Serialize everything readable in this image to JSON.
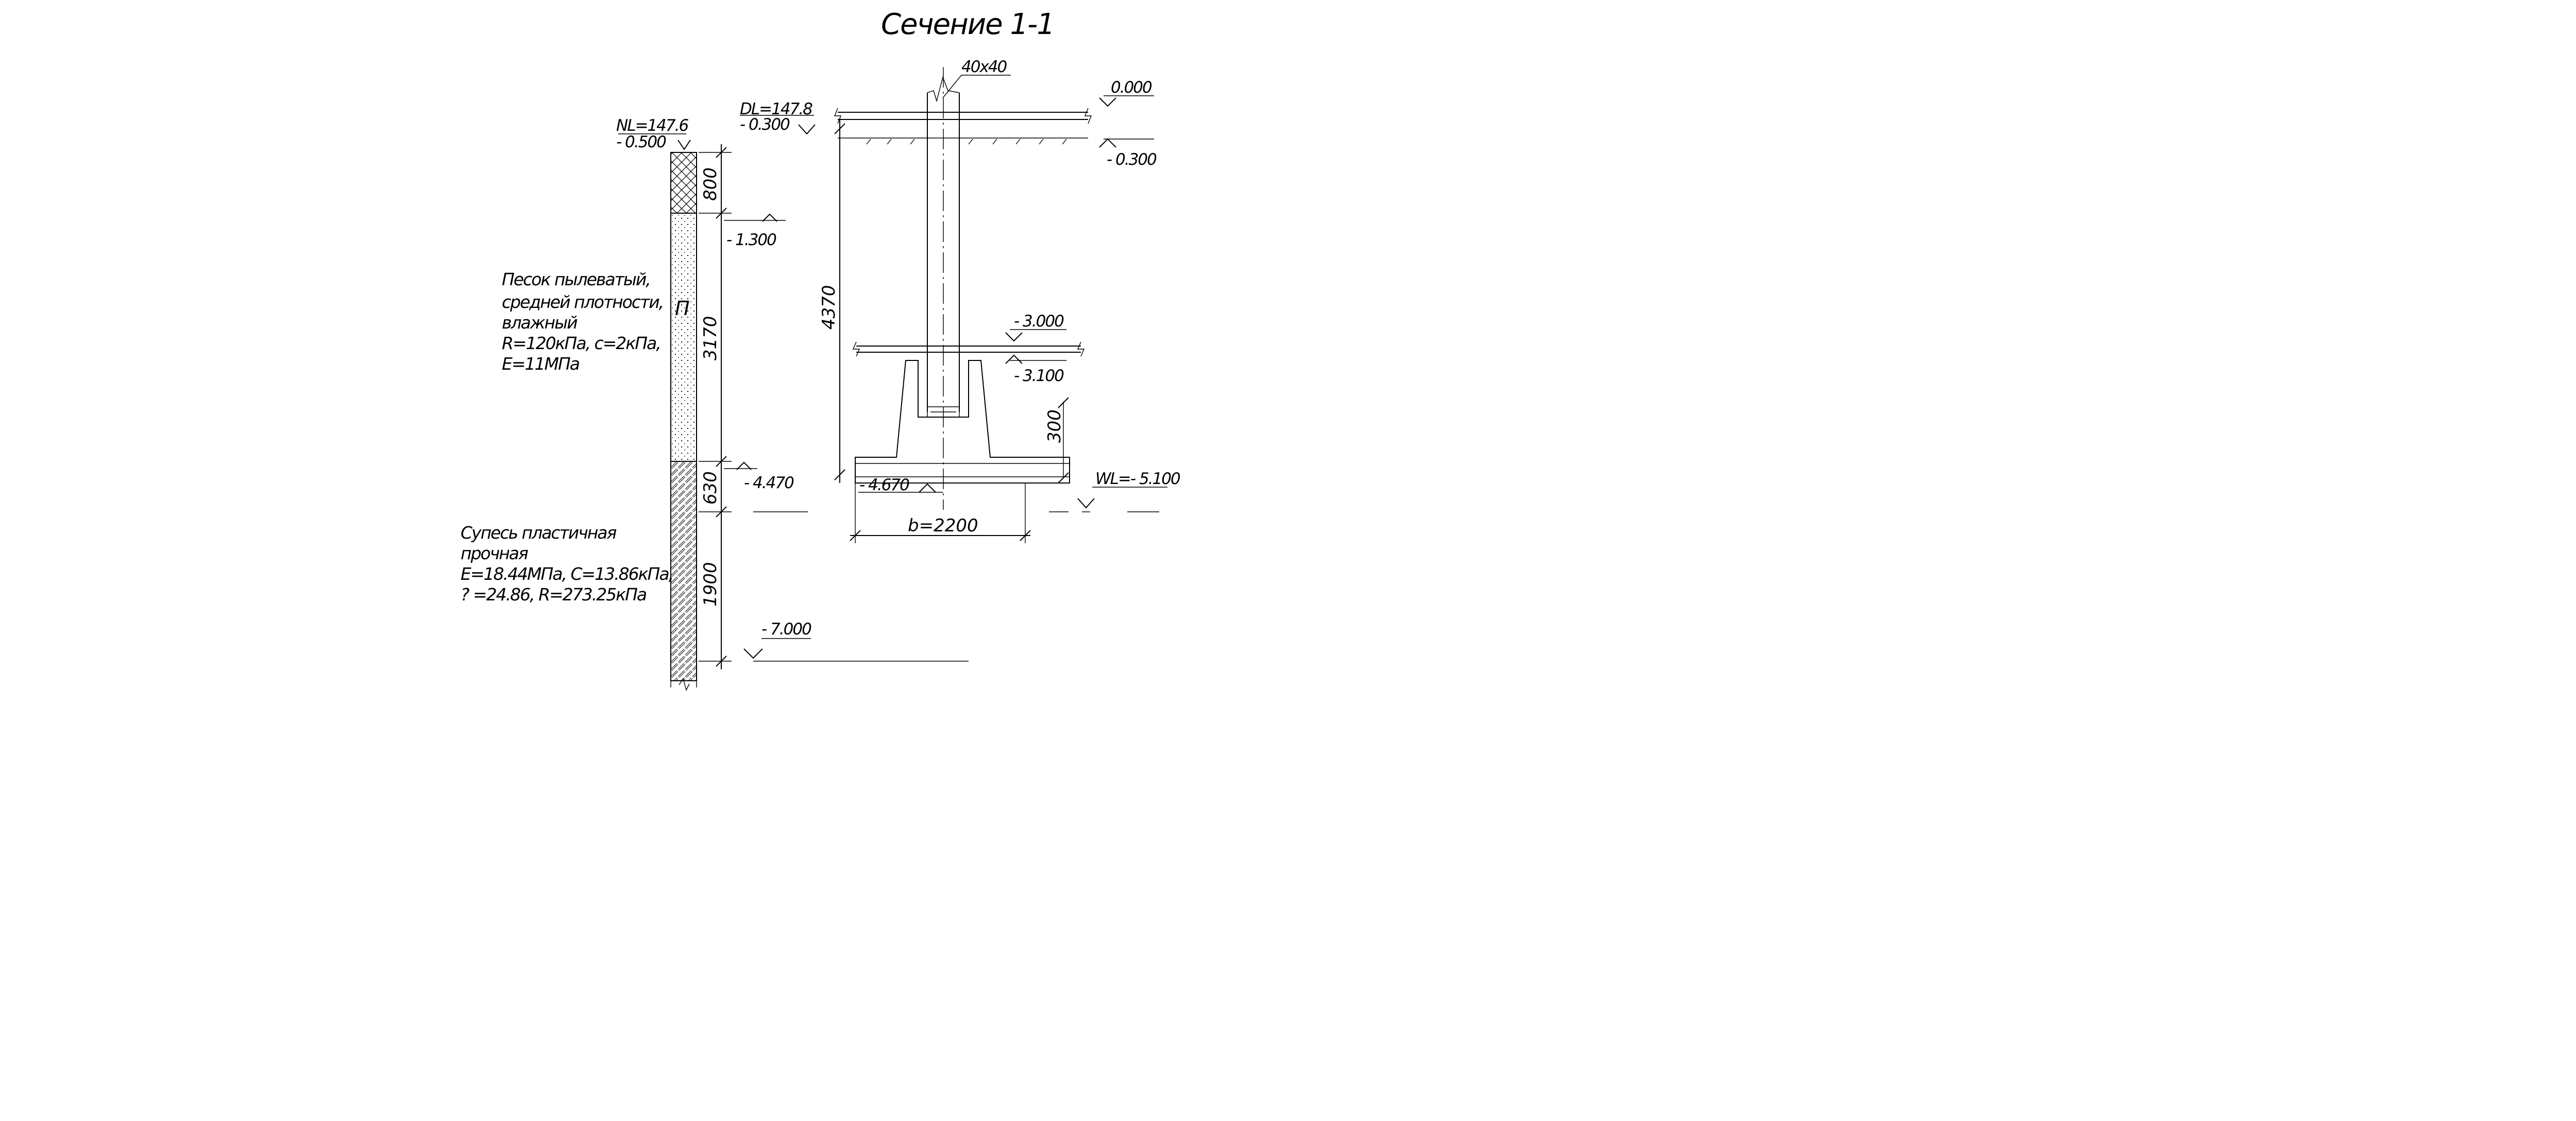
{
  "title": "Сечение 1-1",
  "column_size": "40x40",
  "levels": {
    "nl": "NL=147.6",
    "nl_mark": "- 0.500",
    "dl": "DL=147.8",
    "dl_mark": "- 0.300",
    "zero": "0.000",
    "floor_mark": "- 0.300",
    "layer1_bottom": "- 1.300",
    "top_of_foundation": "- 3.000",
    "top_of_slab": "- 3.100",
    "layer2_bottom": "- 4.470",
    "base": "- 4.670",
    "water": "WL=- 5.100",
    "bottom": "- 7.000"
  },
  "dimensions": {
    "layer1": "800",
    "layer2": "3170",
    "layer3": "630",
    "layer4": "1900",
    "depth": "4370",
    "slab": "300",
    "width": "b=2200"
  },
  "layer_index": "П",
  "soil1": [
    "Песок пылеватый,",
    "средней плотности,",
    "влажный",
    "R=120кПа,  с=2кПа,",
    "Е=11МПа"
  ],
  "soil2": [
    "Супесь пластичная",
    "прочная",
    "Е=18.44МПа,  С=13.86кПа,",
    "? =24.86,  R=273.25кПа"
  ]
}
